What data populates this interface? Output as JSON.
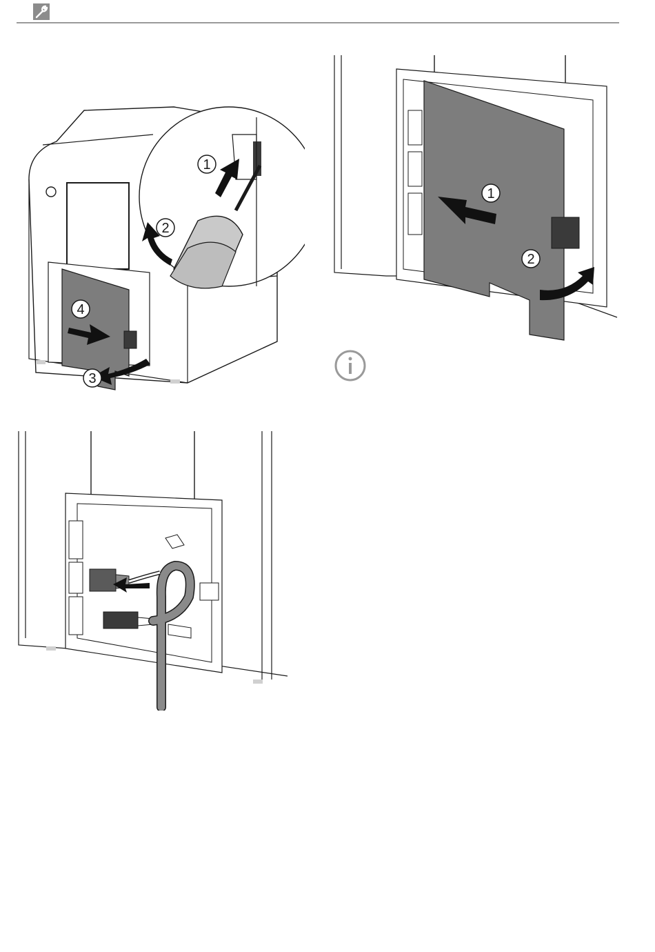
{
  "header": {
    "icon": "wrench-icon",
    "rule_color": "#9a9a9a",
    "icon_bg": "#8c8c8c"
  },
  "figures": [
    {
      "name": "remove-cover-with-screwdriver",
      "callouts": [
        "1",
        "2",
        "3",
        "4"
      ]
    },
    {
      "name": "attach-cover",
      "callouts": [
        "1",
        "2"
      ]
    },
    {
      "name": "connect-network-and-power-cables",
      "callouts": []
    }
  ],
  "info_note": {
    "icon": "info-icon"
  },
  "colors": {
    "line": "#1a1a1a",
    "cover_fill": "#7d7d7d",
    "cable_fill": "#8a8a8a",
    "arrow_fill": "#111111"
  }
}
